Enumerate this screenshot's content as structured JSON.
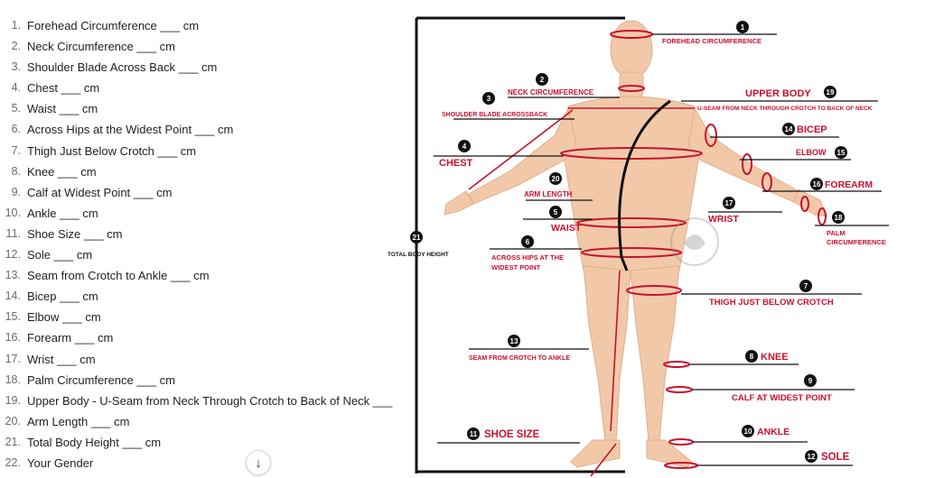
{
  "measurement_list": [
    {
      "num": "1.",
      "text": "Forehead Circumference ___ cm"
    },
    {
      "num": "2.",
      "text": "Neck Circumference ___ cm"
    },
    {
      "num": "3.",
      "text": "Shoulder Blade Across Back ___ cm"
    },
    {
      "num": "4.",
      "text": "Chest ___ cm"
    },
    {
      "num": "5.",
      "text": "Waist ___ cm"
    },
    {
      "num": "6.",
      "text": "Across Hips at the Widest Point ___ cm"
    },
    {
      "num": "7.",
      "text": "Thigh Just Below Crotch ___ cm"
    },
    {
      "num": "8.",
      "text": "Knee ___ cm"
    },
    {
      "num": "9.",
      "text": "Calf at Widest Point ___ cm"
    },
    {
      "num": "10.",
      "text": "Ankle ___ cm"
    },
    {
      "num": "11.",
      "text": "Shoe Size ___ cm"
    },
    {
      "num": "12.",
      "text": "Sole ___ cm"
    },
    {
      "num": "13.",
      "text": "Seam from Crotch to Ankle ___ cm"
    },
    {
      "num": "14.",
      "text": "Bicep ___ cm"
    },
    {
      "num": "15.",
      "text": "Elbow ___ cm"
    },
    {
      "num": "16.",
      "text": "Forearm ___ cm"
    },
    {
      "num": "17.",
      "text": "Wrist ___ cm"
    },
    {
      "num": "18.",
      "text": "Palm Circumference ___ cm"
    },
    {
      "num": "19.",
      "text": "Upper Body - U-Seam from Neck Through Crotch to Back of Neck ___"
    },
    {
      "num": "20.",
      "text": "Arm Length ___ cm"
    },
    {
      "num": "21.",
      "text": "Total Body Height ___ cm"
    },
    {
      "num": "22.",
      "text": "Your Gender"
    }
  ],
  "scroll_button": {
    "icon": "arrow-down-icon",
    "glyph": "↓"
  },
  "diagram": {
    "badges": {
      "b1": "1",
      "b2": "2",
      "b3": "3",
      "b4": "4",
      "b5": "5",
      "b6": "6",
      "b7": "7",
      "b8": "8",
      "b9": "9",
      "b10": "10",
      "b11": "11",
      "b12": "12",
      "b13": "13",
      "b14": "14",
      "b15": "15",
      "b16": "16",
      "b17": "17",
      "b18": "18",
      "b19": "19",
      "b20": "20",
      "b21": "21"
    },
    "labels": {
      "forehead": "FOREHEAD CIRCUMFERENCE",
      "neck": "NECK CIRCUMFERENCE",
      "upper_body": "UPPER BODY",
      "upper_body_sub": "U-SEAM FROM NECK THROUGH CROTCH TO BACK OF NECK",
      "shoulder": "SHOULDER BLADE ACROSSBACK",
      "bicep": "BICEP",
      "chest": "CHEST",
      "elbow": "ELBOW",
      "forearm": "FOREARM",
      "arm_length": "ARM LENGTH",
      "wrist": "WRIST",
      "waist": "WAIST",
      "palm_1": "PALM",
      "palm_2": "CIRCUMFERENCE",
      "total_height": "TOTAL BODY HEIGHT",
      "hips_1": "ACROSS HIPS AT THE",
      "hips_2": "WIDEST POINT",
      "thigh": "THIGH JUST BELOW CROTCH",
      "seam": "SEAM FROM CROTCH TO ANKLE",
      "knee": "KNEE",
      "calf": "CALF AT WIDEST POINT",
      "ankle": "ANKLE",
      "shoe": "SHOE SIZE",
      "sole": "SOLE"
    },
    "colors": {
      "accent": "#c8102e",
      "skin": "#f1c9a9",
      "skin_shade": "#e2ae8b",
      "line": "#111111"
    }
  }
}
